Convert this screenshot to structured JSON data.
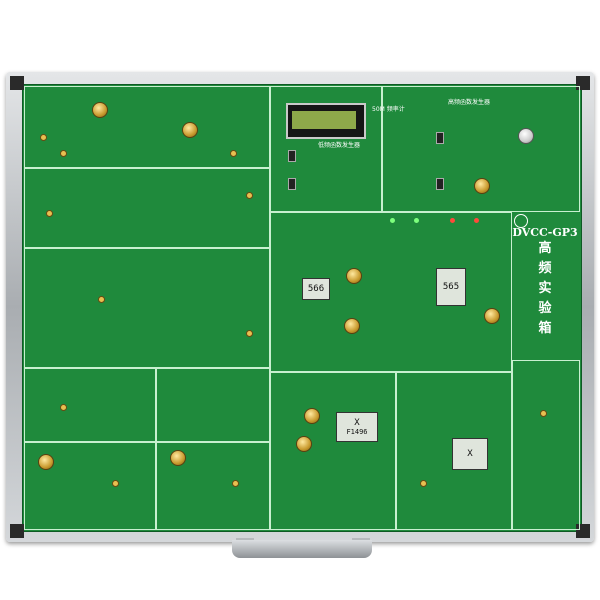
{
  "board": {
    "model": "DVCC-GP3",
    "title_chars": [
      "高",
      "频",
      "实",
      "验",
      "箱"
    ],
    "lcd_label": "50M 频率计",
    "low_freq_gen": "低频函数发生器",
    "high_freq_gen": "高频函数发生器",
    "multiplier_ic": "F1496",
    "ic_566": "566",
    "ic_565": "565",
    "ic_x": "X"
  }
}
